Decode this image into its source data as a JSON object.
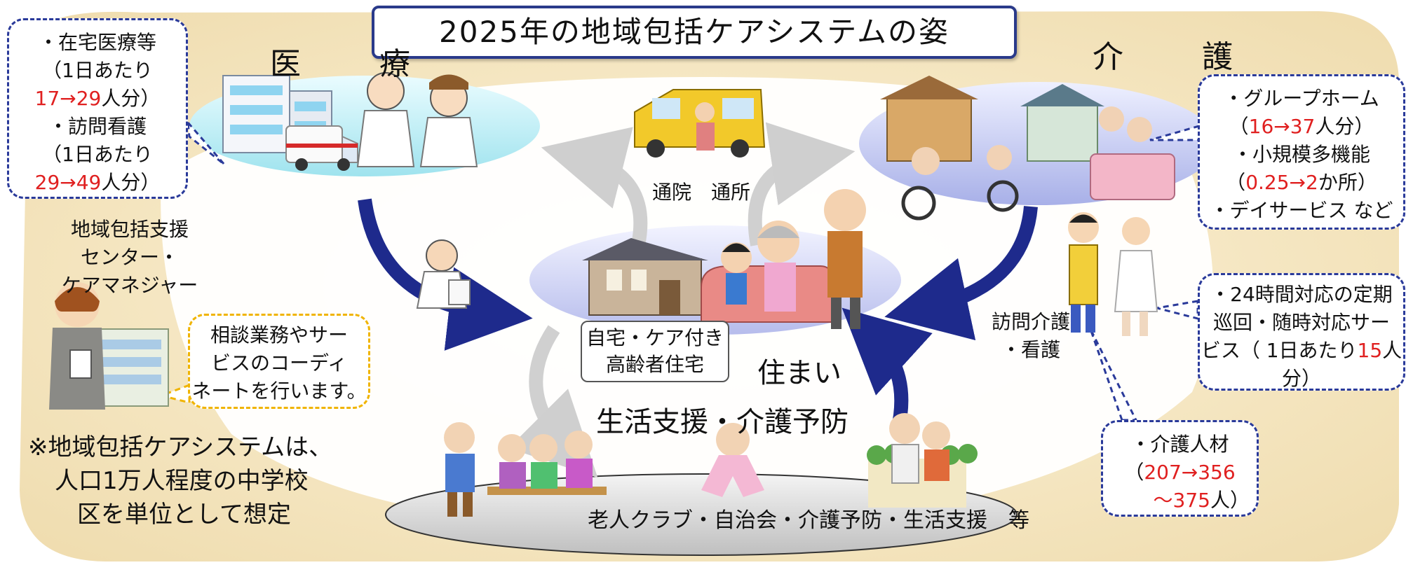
{
  "title": "2025年の地域包括ケアシステムの姿",
  "headings": {
    "medical": "医　療",
    "care": "介　護"
  },
  "medical_bubble": {
    "line1": "・在宅医療等",
    "line2": "（1日あたり",
    "line3_red": "17→29",
    "line3_rest": "人分）",
    "line4": "・訪問看護",
    "line5": "（1日あたり",
    "line6_red": "29→49",
    "line6_rest": "人分）"
  },
  "care_bubble": {
    "line1": "・グループホーム",
    "line2_open": "（",
    "line2_red": "16→37",
    "line2_rest": "人分）",
    "line3": "・小規模多機能",
    "line4_open": "（",
    "line4_red": "0.25→2",
    "line4_rest": "か所）",
    "line5": "・デイサービス など"
  },
  "patrol_bubble": {
    "line1": "・24時間対応の定期",
    "line2": "巡回・随時対応サー",
    "line3_pre": "ビス（ 1日あたり",
    "line3_red": "15",
    "line3_rest": "人",
    "line4": "分）"
  },
  "staff_bubble": {
    "line1": "・介護人材",
    "line2_open": "（",
    "line2_red": "207→356",
    "line3_red": "～375",
    "line3_rest": "人）"
  },
  "center_label": {
    "line1": "地域包括支援",
    "line2": "センター・",
    "line3": "ケアマネジャー"
  },
  "consult_bubble": {
    "line1": "相談業務やサー",
    "line2": "ビスのコーディ",
    "line3": "ネートを行います。"
  },
  "note": {
    "line1": "※地域包括ケアシステムは、",
    "line2": "人口1万人程度の中学校",
    "line3": "区を単位として想定"
  },
  "home_label": {
    "line1": "自宅・ケア付き",
    "line2": "高齢者住宅"
  },
  "sumai": "住まい",
  "tsuuin": "通院　通所",
  "visit_label": {
    "line1": "訪問介護",
    "line2": "・看護"
  },
  "support_heading": "生活支援・介護予防",
  "community_label": "老人クラブ・自治会・介護予防・生活支援　等",
  "colors": {
    "accent": "#2a3a8a",
    "highlight_red": "#e02020",
    "arrow_blue": "#1e2a8c",
    "bubble_border": "#2a3a9a",
    "consult_border": "#f0b400"
  }
}
